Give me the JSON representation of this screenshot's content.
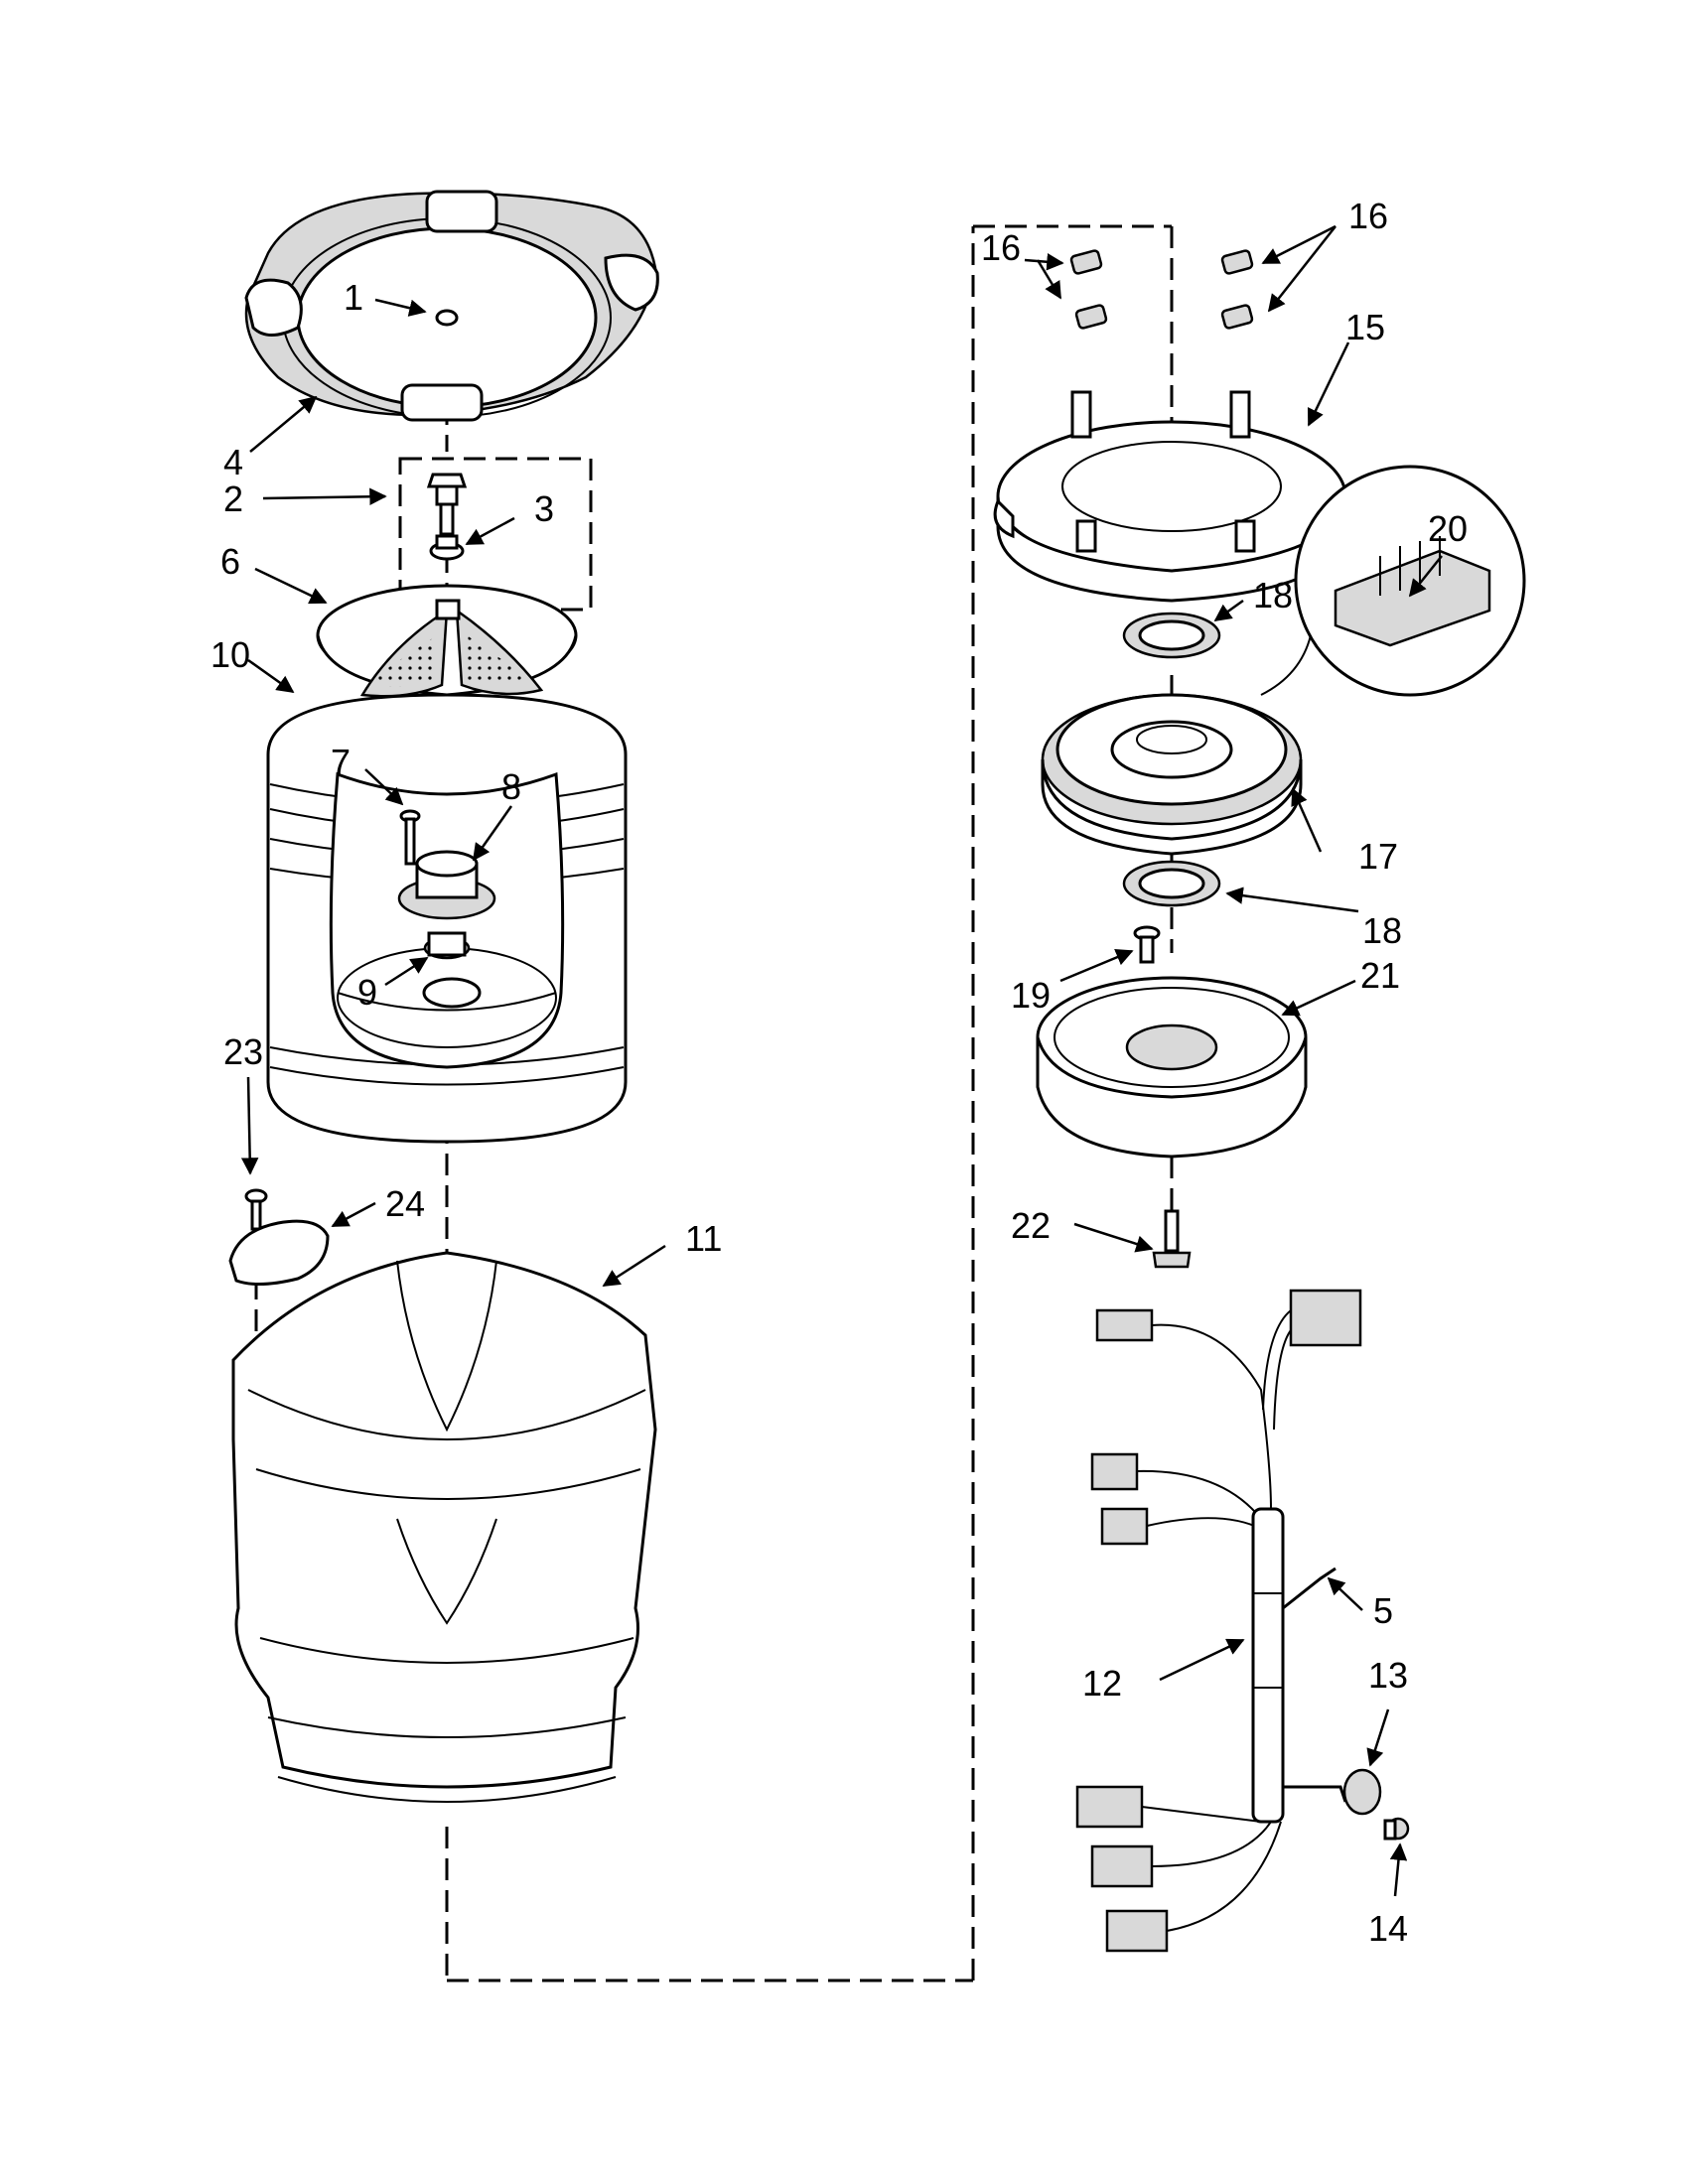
{
  "labels": {
    "l1": "1",
    "l2": "2",
    "l3": "3",
    "l4": "4",
    "l5": "5",
    "l6": "6",
    "l7": "7",
    "l8": "8",
    "l9": "9",
    "l10": "10",
    "l11": "11",
    "l12": "12",
    "l13": "13",
    "l14": "14",
    "l15": "15",
    "l16a": "16",
    "l16b": "16",
    "l17": "17",
    "l18a": "18",
    "l18b": "18",
    "l19": "19",
    "l20": "20",
    "l21": "21",
    "l22": "22",
    "l23": "23",
    "l24": "24"
  }
}
